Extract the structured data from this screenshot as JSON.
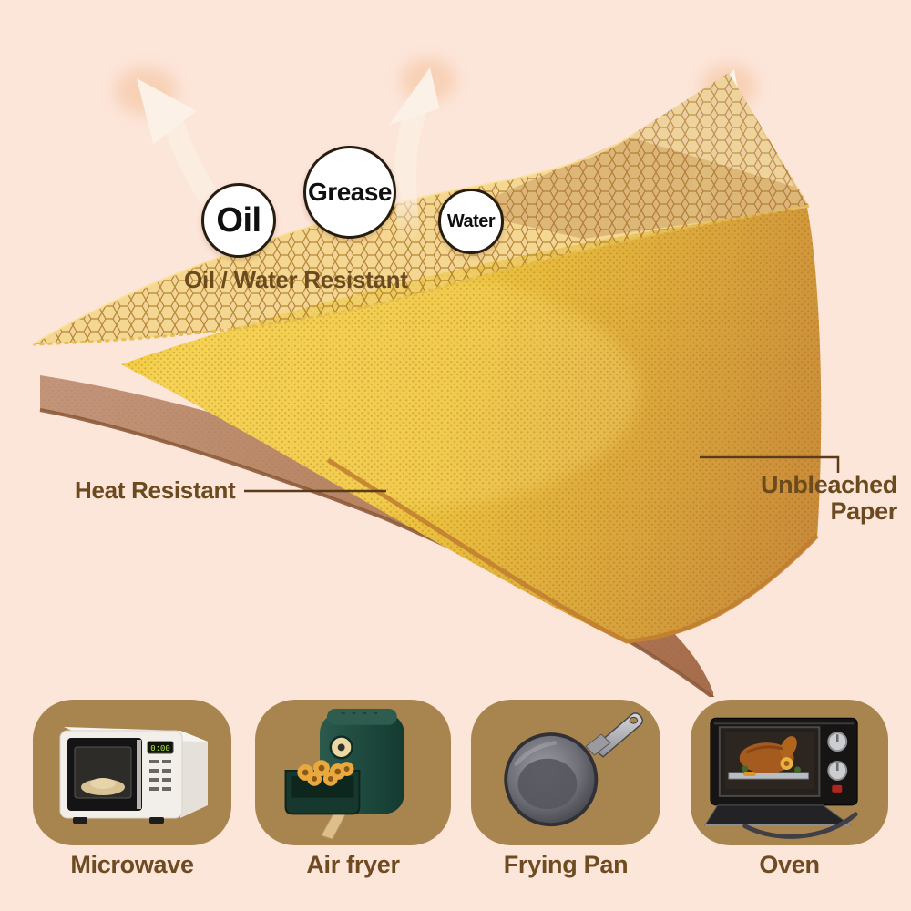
{
  "callouts": {
    "oil": "Oil",
    "grease": "Grease",
    "water": "Water"
  },
  "labels": {
    "mesh_layer": "Oil / Water Resistant",
    "base_layer": "Heat Resistant",
    "paper_layer_line1": "Unbleached",
    "paper_layer_line2": "Paper"
  },
  "appliances": [
    {
      "name": "Microwave",
      "icon": "microwave-icon",
      "display": "0:00"
    },
    {
      "name": "Air fryer",
      "icon": "air-fryer-icon"
    },
    {
      "name": "Frying Pan",
      "icon": "frying-pan-icon"
    },
    {
      "name": "Oven",
      "icon": "oven-icon"
    }
  ],
  "colors": {
    "background": "#fce5d9",
    "card_background": "#a8854f",
    "label_text": "#6b4a1e",
    "sheet_gold": "#ecc23e",
    "sheet_gold_dark": "#c8893a",
    "mesh_gold": "#e9c464",
    "paper_brown": "#b5825f",
    "arrow_cream": "#fbeee1",
    "circle_border": "#271c10"
  }
}
